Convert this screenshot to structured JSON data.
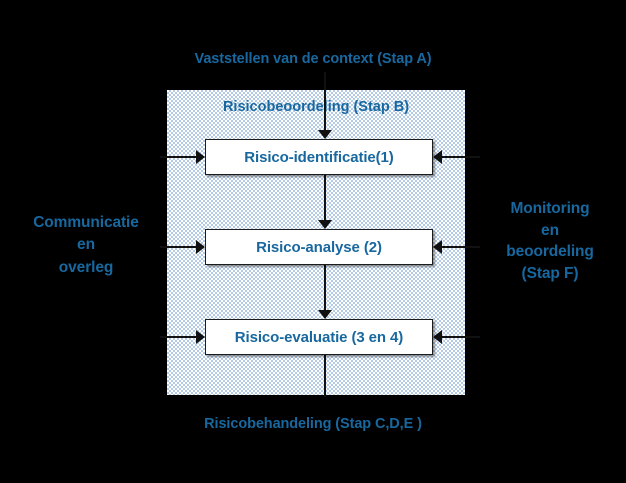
{
  "diagram": {
    "title_top": "Vaststellen van de context (Stap A)",
    "title_bottom": "Risicobehandeling (Stap C,D,E )",
    "label_left": "Communicatie\nen\noverleg",
    "label_right": "Monitoring\nen\nbeoordeling\n(Stap F)",
    "container": {
      "title": "Risicobeoordeling (Stap B)",
      "fill_color": "#b3cbe7",
      "fill_pattern": "checkerboard-dither"
    },
    "text_color": "#18689f",
    "line_color": "#111111",
    "box_fill": "#ffffff",
    "box_border": "#1b1b1b",
    "steps": [
      {
        "label": "Risico-identificatie(1)"
      },
      {
        "label": "Risico-analyse (2)"
      },
      {
        "label": "Risico-evaluatie (3 en 4)"
      }
    ]
  }
}
